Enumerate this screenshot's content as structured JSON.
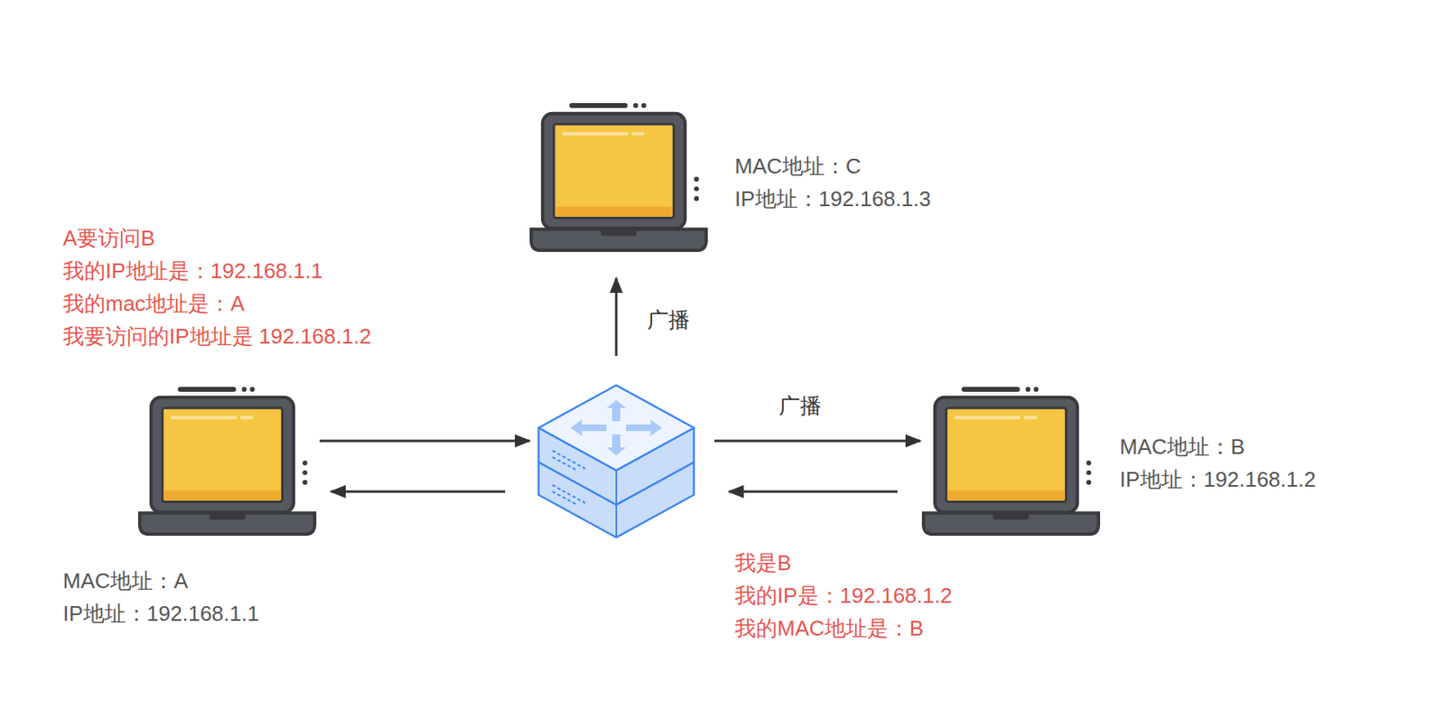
{
  "diagram": {
    "nodes": [
      {
        "text": [
          "MAC地址：C",
          "IP地址：192.168.1.3"
        ]
      },
      {
        "text": [
          "MAC地址：A",
          "IP地址：192.168.1.1"
        ]
      },
      {
        "text": []
      },
      {
        "text": [
          "MAC地址：B",
          "IP地址：192.168.1.2"
        ]
      }
    ],
    "edges": [
      {
        "from": 1,
        "to": 2,
        "arrow": "to"
      },
      {
        "from": 2,
        "to": 1,
        "arrow": "to"
      },
      {
        "from": 2,
        "to": 0,
        "label": "广播",
        "arrow": "to"
      },
      {
        "from": 2,
        "to": 3,
        "label": "广播",
        "arrow": "to"
      },
      {
        "from": 3,
        "to": 2,
        "arrow": "to"
      }
    ],
    "labels": [
      "A要访问B",
      "我的IP地址是：192.168.1.1",
      "我的mac地址是：A",
      "我要访问的IP地址是 192.168.1.2",
      "我是B",
      "我的IP是：192.168.1.2",
      "我的MAC地址是：B"
    ]
  }
}
